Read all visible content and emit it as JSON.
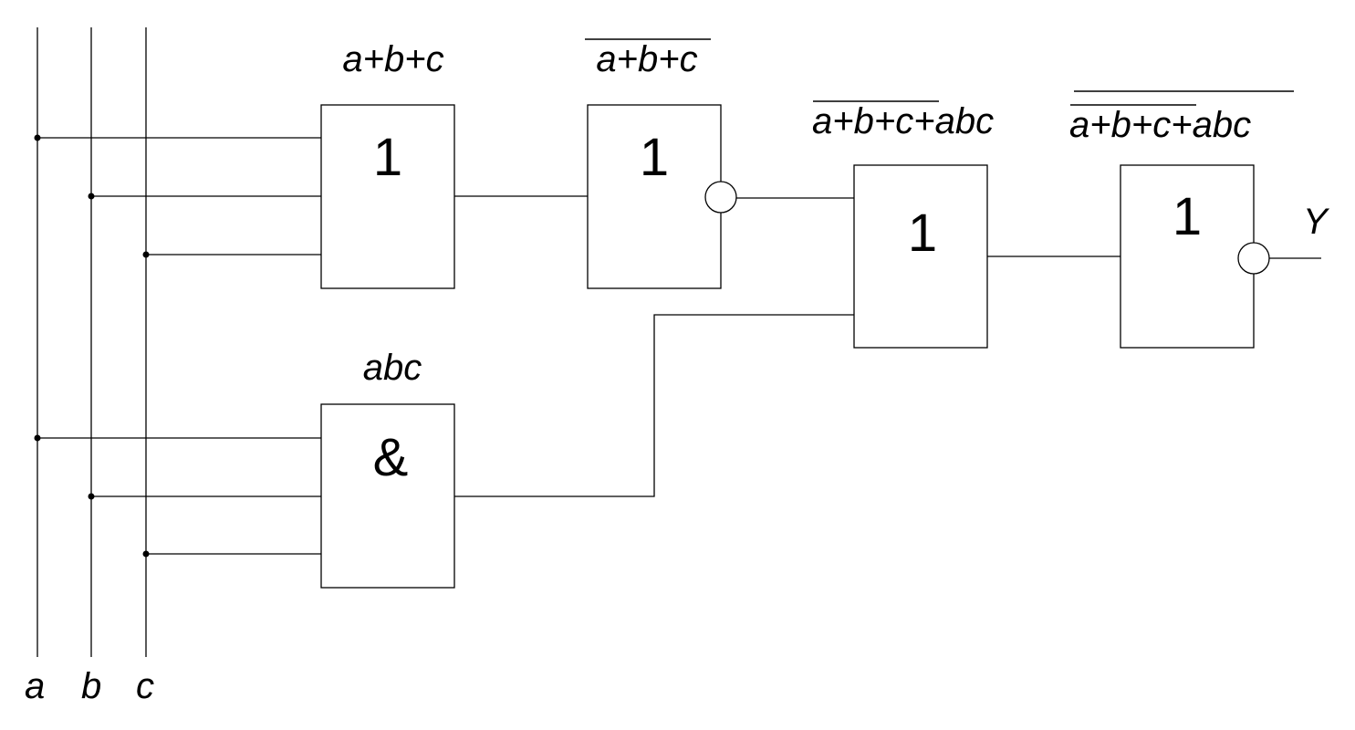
{
  "inputs": {
    "a": "a",
    "b": "b",
    "c": "c"
  },
  "gates": {
    "or3": {
      "symbol": "1"
    },
    "not": {
      "symbol": "1"
    },
    "and3": {
      "symbol": "&"
    },
    "or2": {
      "symbol": "1"
    },
    "nor": {
      "symbol": "1"
    }
  },
  "labels": {
    "or3_out": {
      "expr": "a+b+c"
    },
    "not_out": {
      "expr": "a+b+c"
    },
    "and_out": {
      "expr": "abc"
    },
    "or2_out": {
      "under_bar": "a+b+c",
      "rest": "+abc"
    },
    "nor_out": {
      "under_bar": "a+b+c",
      "rest": "+abc"
    }
  },
  "output": {
    "label": "Y"
  }
}
